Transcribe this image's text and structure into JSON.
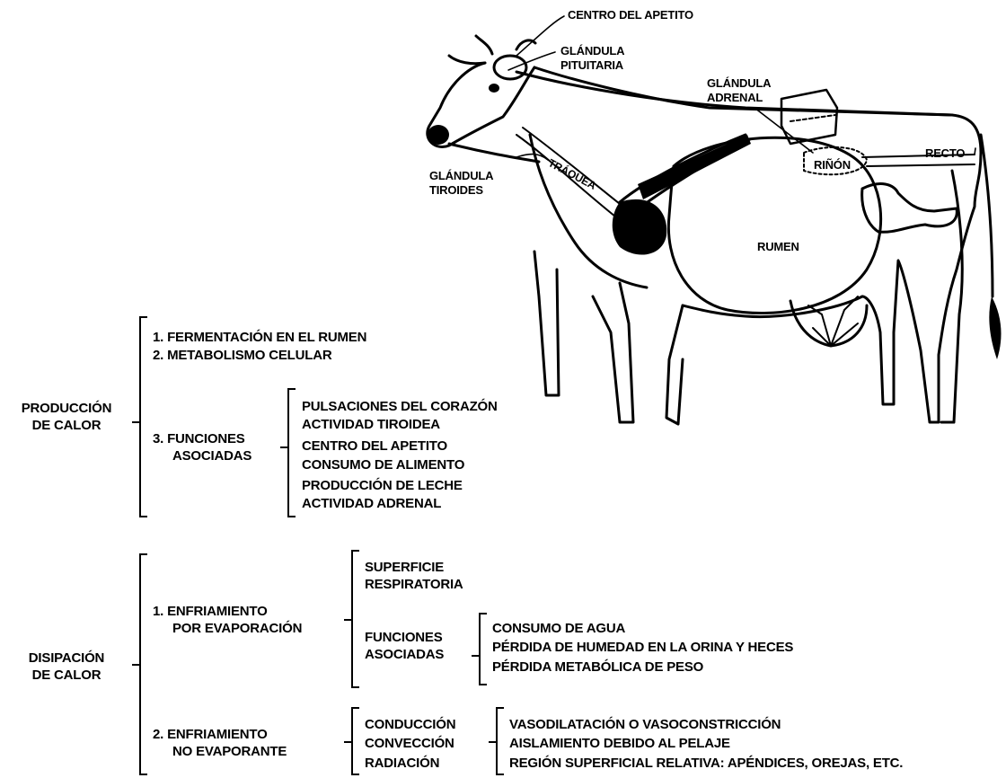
{
  "cow_labels": {
    "centro_apetito": "CENTRO DEL APETITO",
    "pituitaria_1": "GLÁNDULA",
    "pituitaria_2": "PITUITARIA",
    "adrenal_1": "GLÁNDULA",
    "adrenal_2": "ADRENAL",
    "tiroides_1": "GLÁNDULA",
    "tiroides_2": "TIROIDES",
    "traquea": "TRÁQUEA",
    "rinon": "RIÑÓN",
    "recto": "RECTO",
    "rumen": "RUMEN"
  },
  "produccion": {
    "title_1": "PRODUCCIÓN",
    "title_2": "DE CALOR",
    "item1": "1. FERMENTACIÓN EN EL RUMEN",
    "item2": "2. METABOLISMO CELULAR",
    "item3_1": "3. FUNCIONES",
    "item3_2": "ASOCIADAS",
    "funciones": [
      "PULSACIONES DEL CORAZÓN",
      "ACTIVIDAD TIROIDEA",
      "CENTRO DEL APETITO",
      "CONSUMO DE ALIMENTO",
      "PRODUCCIÓN DE LECHE",
      "ACTIVIDAD ADRENAL"
    ]
  },
  "disipacion": {
    "title_1": "DISIPACIÓN",
    "title_2": "DE CALOR",
    "evap_1": "1. ENFRIAMIENTO",
    "evap_2": "POR EVAPORACIÓN",
    "superficie_1": "SUPERFICIE",
    "superficie_2": "RESPIRATORIA",
    "funciones_1": "FUNCIONES",
    "funciones_2": "ASOCIADAS",
    "evap_funciones": [
      "CONSUMO DE AGUA",
      "PÉRDIDA DE HUMEDAD EN LA ORINA Y HECES",
      "PÉRDIDA METABÓLICA DE PESO"
    ],
    "noevap_1": "2. ENFRIAMIENTO",
    "noevap_2": "NO EVAPORANTE",
    "mecanismos": [
      "CONDUCCIÓN",
      "CONVECCIÓN",
      "RADIACIÓN"
    ],
    "factores": [
      "VASODILATACIÓN O VASOCONSTRICCIÓN",
      "AISLAMIENTO DEBIDO AL PELAJE",
      "REGIÓN SUPERFICIAL RELATIVA:  APÉNDICES, OREJAS, ETC."
    ]
  }
}
